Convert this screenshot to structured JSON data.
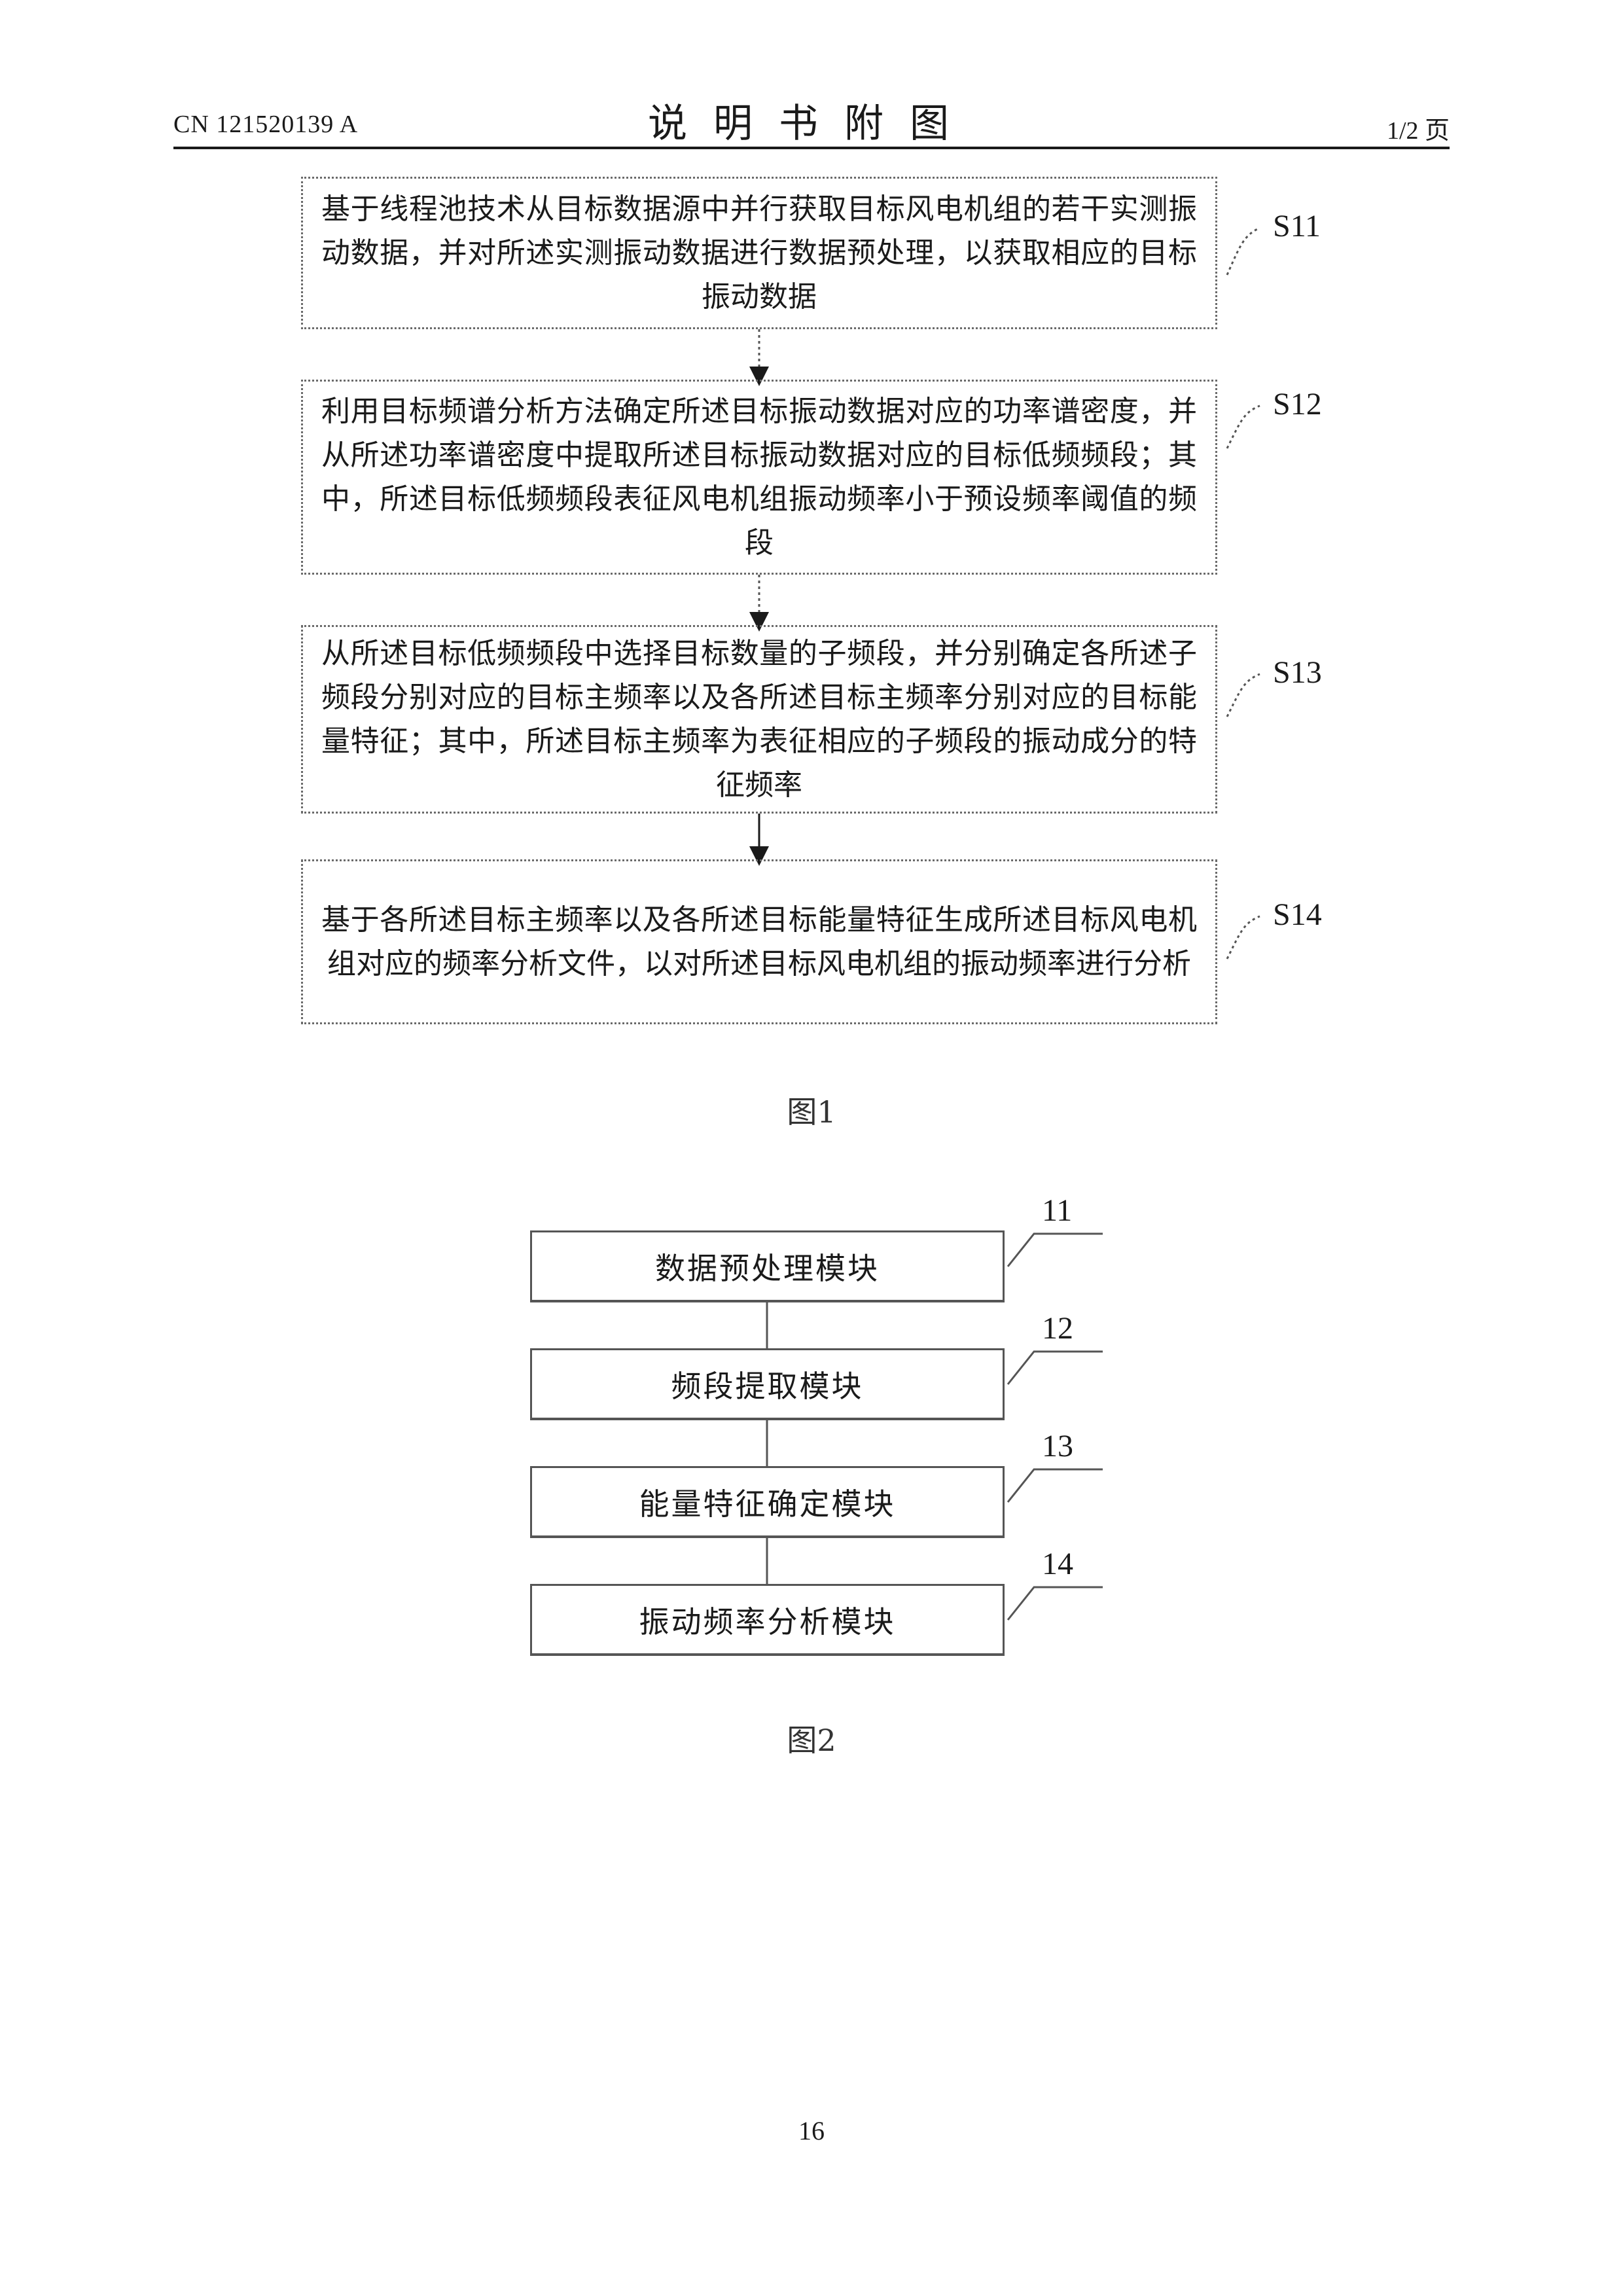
{
  "header": {
    "doc_number": "CN 121520139 A",
    "title": "说明书附图",
    "page_of": "1/2 页"
  },
  "figure1": {
    "caption": "图1",
    "steps": [
      {
        "label": "S11",
        "text": "基于线程池技术从目标数据源中并行获取目标风电机组的若干实测振动数据，并对所述实测振动数据进行数据预处理，以获取相应的目标振动数据"
      },
      {
        "label": "S12",
        "text": "利用目标频谱分析方法确定所述目标振动数据对应的功率谱密度，并从所述功率谱密度中提取所述目标振动数据对应的目标低频频段；其中，所述目标低频频段表征风电机组振动频率小于预设频率阈值的频段"
      },
      {
        "label": "S13",
        "text": "从所述目标低频频段中选择目标数量的子频段，并分别确定各所述子频段分别对应的目标主频率以及各所述目标主频率分别对应的目标能量特征；其中，所述目标主频率为表征相应的子频段的振动成分的特征频率"
      },
      {
        "label": "S14",
        "text": "基于各所述目标主频率以及各所述目标能量特征生成所述目标风电机组对应的频率分析文件，以对所述目标风电机组的振动频率进行分析"
      }
    ]
  },
  "figure2": {
    "caption": "图2",
    "modules": [
      {
        "label": "11",
        "text": "数据预处理模块"
      },
      {
        "label": "12",
        "text": "频段提取模块"
      },
      {
        "label": "13",
        "text": "能量特征确定模块"
      },
      {
        "label": "14",
        "text": "振动频率分析模块"
      }
    ]
  },
  "footer": {
    "page_number": "16"
  }
}
